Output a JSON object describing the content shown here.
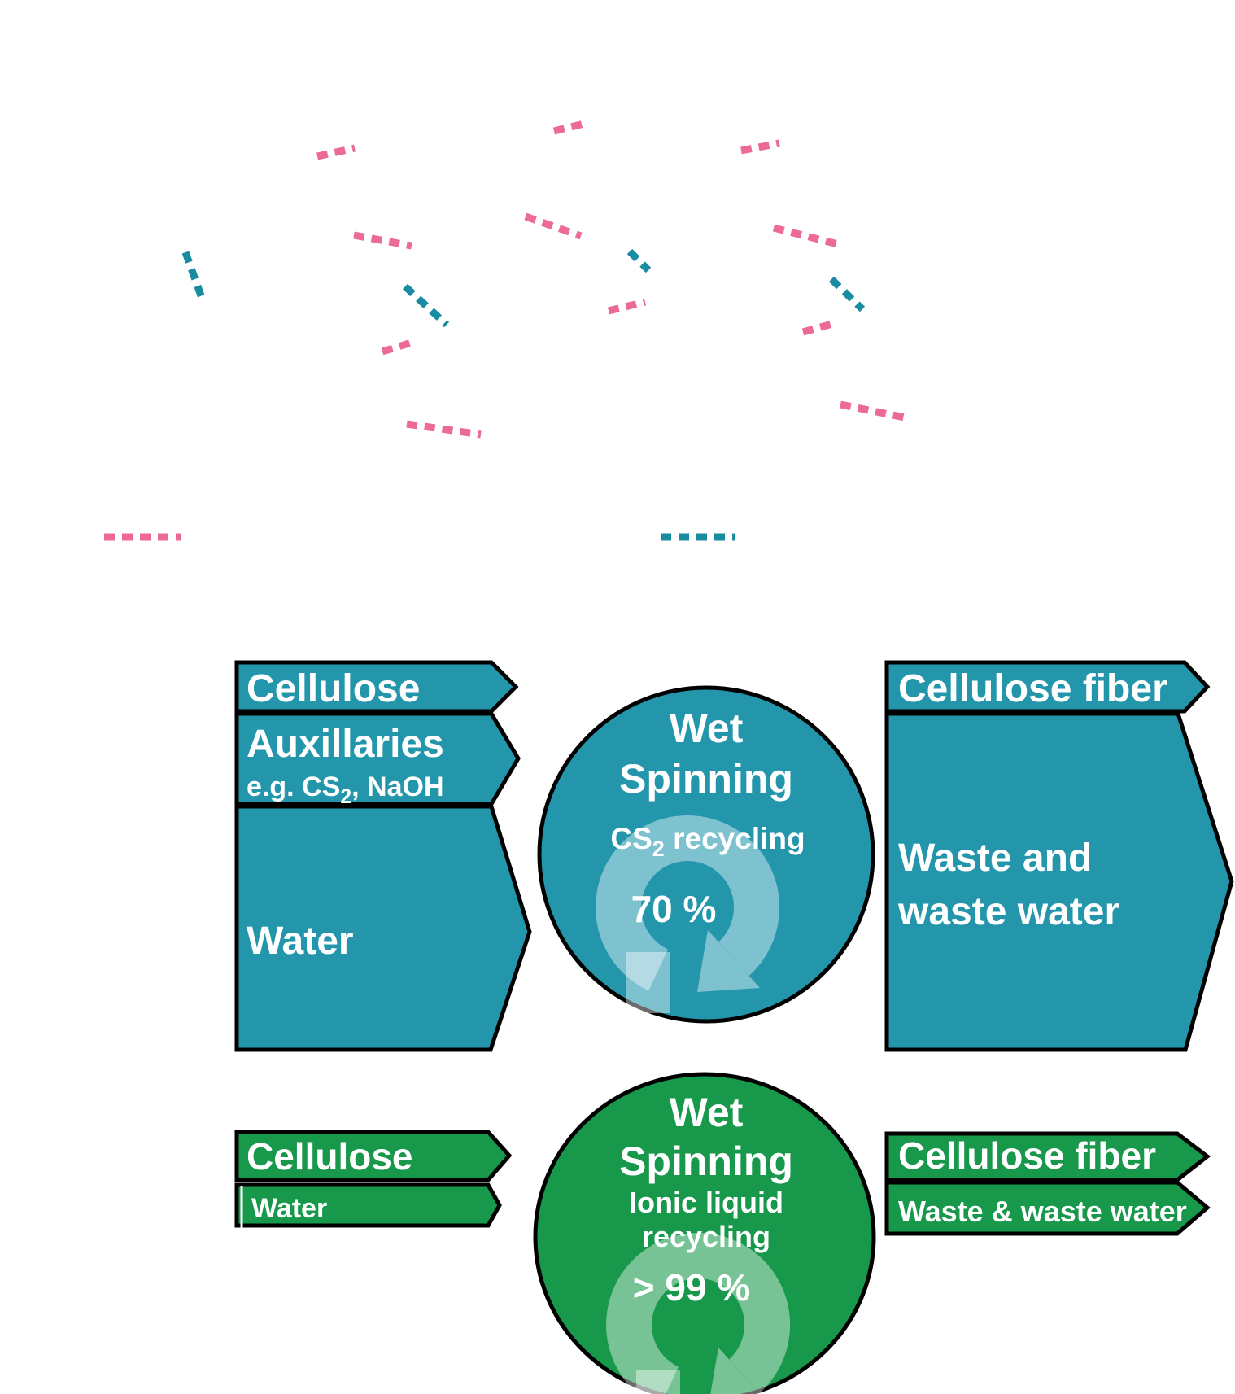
{
  "colors": {
    "viscose_teal": "#2496AC",
    "ionic_green": "#17984A",
    "pink_dash": "#EB6B94",
    "teal_dash": "#1A8CA2",
    "outline": "#000000",
    "text": "#FFFFFF",
    "recycle_overlay": "rgba(255,255,255,0.42)"
  },
  "dashes": {
    "pink": [
      [
        681,
        161,
        722,
        151
      ],
      [
        390,
        192,
        436,
        182
      ],
      [
        435,
        289,
        506,
        302
      ],
      [
        646,
        266,
        714,
        290
      ],
      [
        911,
        185,
        958,
        176
      ],
      [
        951,
        280,
        1034,
        301
      ],
      [
        748,
        382,
        793,
        371
      ],
      [
        470,
        432,
        512,
        419
      ],
      [
        987,
        408,
        1023,
        398
      ],
      [
        500,
        521,
        591,
        534
      ],
      [
        1033,
        497,
        1117,
        514
      ],
      [
        128,
        660,
        222,
        660
      ]
    ],
    "teal": [
      [
        228,
        310,
        248,
        366
      ],
      [
        498,
        352,
        549,
        399
      ],
      [
        1022,
        343,
        1060,
        380
      ],
      [
        774,
        309,
        797,
        332
      ],
      [
        812,
        660,
        903,
        660
      ]
    ]
  },
  "viscose": {
    "inputs": {
      "cellulose": "Cellulose",
      "auxiliaries": "Auxillaries",
      "auxiliaries_detail": {
        "pre": "e.g. CS",
        "sub": "2",
        "post": ", NaOH"
      },
      "water": "Water"
    },
    "process": {
      "title1": "Wet",
      "title2": "Spinning",
      "recycling": {
        "pre": "CS",
        "sub": "2",
        "post": " recycling"
      },
      "rate": "70 %"
    },
    "outputs": {
      "fiber": "Cellulose fiber",
      "waste1": "Waste and",
      "waste2": "waste water"
    }
  },
  "ionic": {
    "inputs": {
      "cellulose": "Cellulose",
      "water": "Water"
    },
    "process": {
      "title1": "Wet",
      "title2": "Spinning",
      "recycling1": "Ionic liquid",
      "recycling2": "recycling",
      "rate": "> 99 %"
    },
    "outputs": {
      "fiber": "Cellulose fiber",
      "waste": "Waste & waste water"
    }
  }
}
